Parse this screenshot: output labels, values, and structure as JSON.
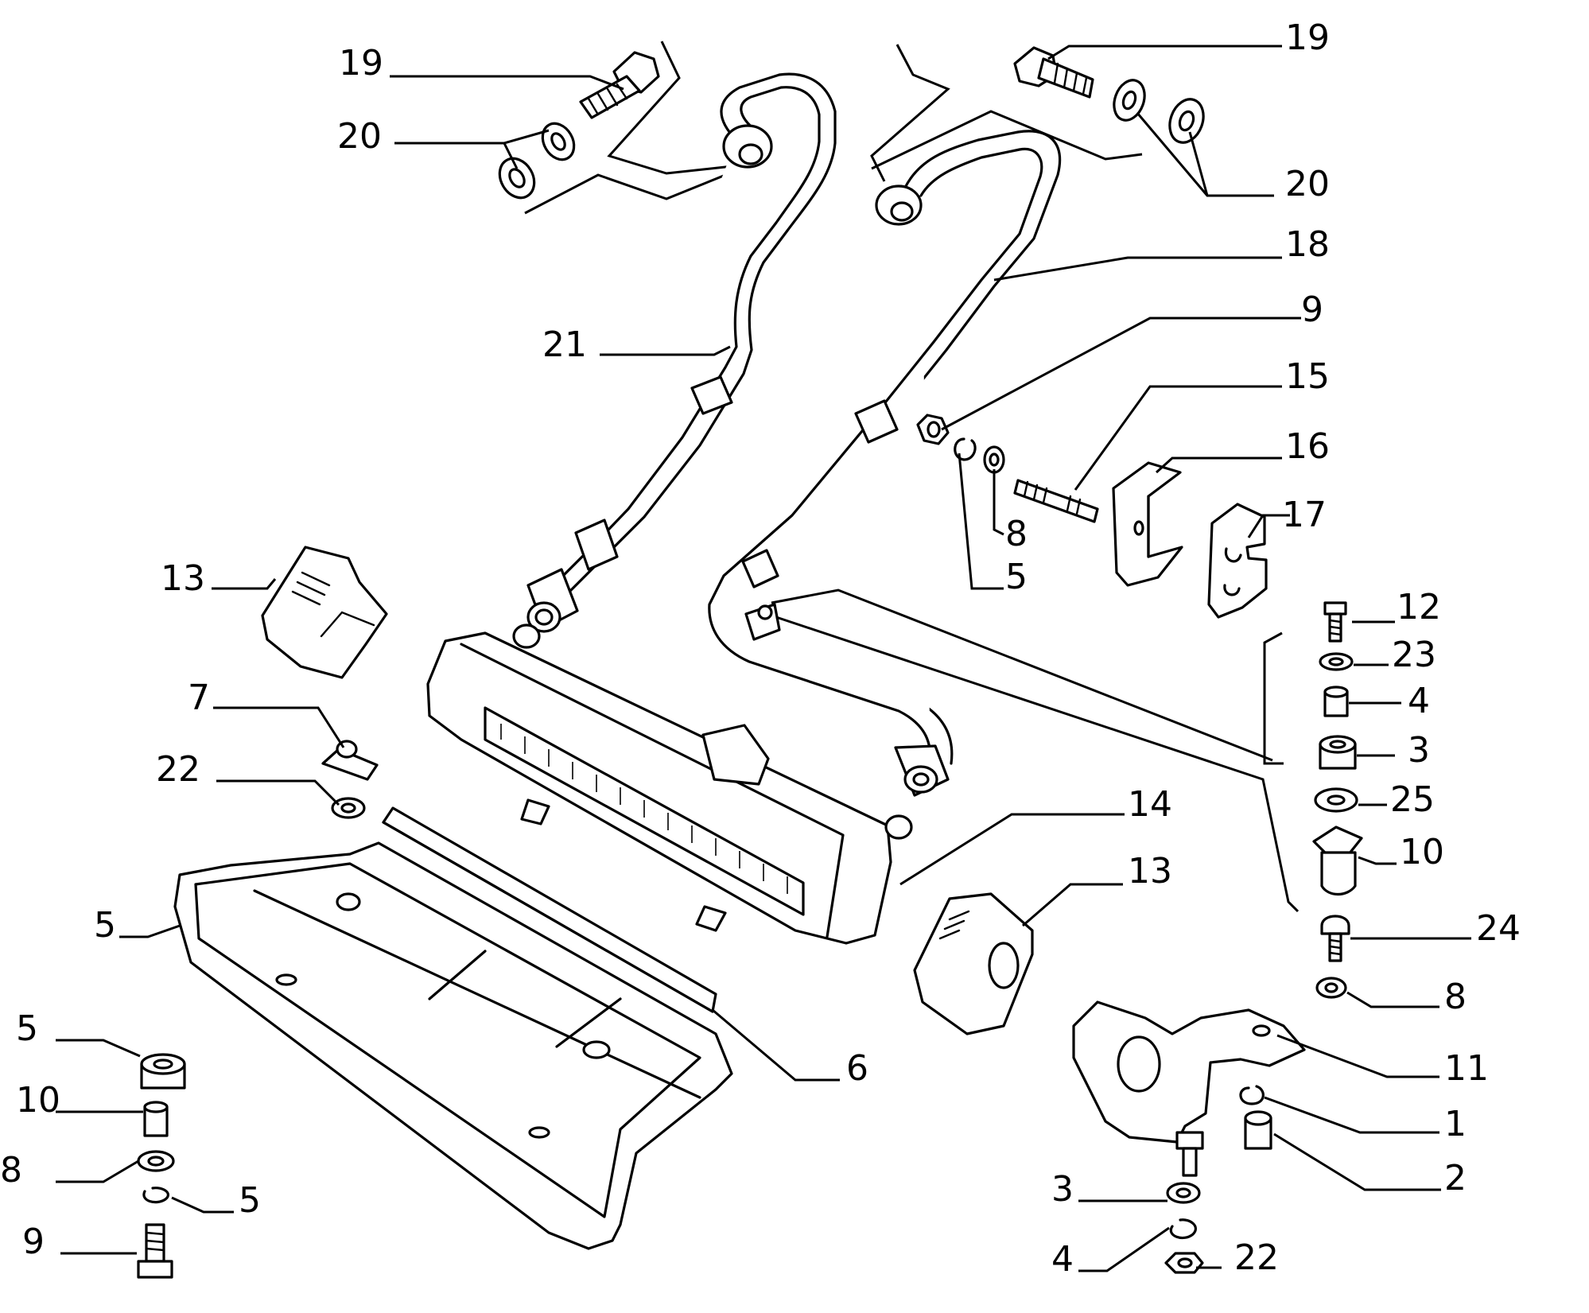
{
  "diagram": {
    "callouts": [
      {
        "id": "c19a",
        "text": "19"
      },
      {
        "id": "c20a",
        "text": "20"
      },
      {
        "id": "c19b",
        "text": "19"
      },
      {
        "id": "c20b",
        "text": "20"
      },
      {
        "id": "c18",
        "text": "18"
      },
      {
        "id": "c9a",
        "text": "9"
      },
      {
        "id": "c15",
        "text": "15"
      },
      {
        "id": "c16",
        "text": "16"
      },
      {
        "id": "c17",
        "text": "17"
      },
      {
        "id": "c8a",
        "text": "8"
      },
      {
        "id": "c5a",
        "text": "5"
      },
      {
        "id": "c21",
        "text": "21"
      },
      {
        "id": "c13a",
        "text": "13"
      },
      {
        "id": "c7",
        "text": "7"
      },
      {
        "id": "c22a",
        "text": "22"
      },
      {
        "id": "c12",
        "text": "12"
      },
      {
        "id": "c23",
        "text": "23"
      },
      {
        "id": "c4a",
        "text": "4"
      },
      {
        "id": "c3a",
        "text": "3"
      },
      {
        "id": "c25",
        "text": "25"
      },
      {
        "id": "c10a",
        "text": "10"
      },
      {
        "id": "c14",
        "text": "14"
      },
      {
        "id": "c13b",
        "text": "13"
      },
      {
        "id": "c24",
        "text": "24"
      },
      {
        "id": "c8b",
        "text": "8"
      },
      {
        "id": "c11",
        "text": "11"
      },
      {
        "id": "c1",
        "text": "1"
      },
      {
        "id": "c2",
        "text": "2"
      },
      {
        "id": "c3b",
        "text": "3"
      },
      {
        "id": "c4b",
        "text": "4"
      },
      {
        "id": "c22b",
        "text": "22"
      },
      {
        "id": "c5b",
        "text": "5"
      },
      {
        "id": "c6",
        "text": "6"
      },
      {
        "id": "c5c",
        "text": "5"
      },
      {
        "id": "c10b",
        "text": "10"
      },
      {
        "id": "c8c",
        "text": "8"
      },
      {
        "id": "c5d",
        "text": "5"
      },
      {
        "id": "c9b",
        "text": "9"
      }
    ]
  }
}
